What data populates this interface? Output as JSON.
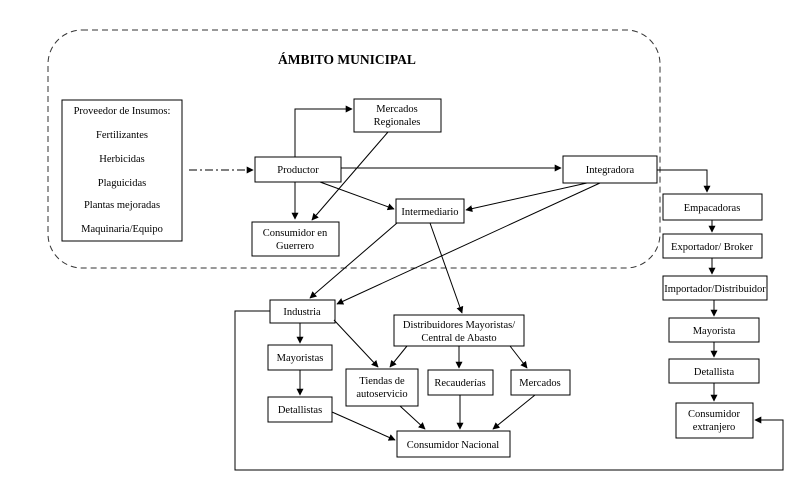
{
  "title": "ÁMBITO MUNICIPAL",
  "nodes": {
    "proveedor_header": "Proveedor de Insumos:",
    "proveedor_items": [
      "Fertilizantes",
      "Herbicidas",
      "Plaguicidas",
      "Plantas mejoradas",
      "Maquinaria/Equipo"
    ],
    "mercados_regionales": [
      "Mercados",
      "Regionales"
    ],
    "productor": "Productor",
    "integradora": "Integradora",
    "intermediario": "Intermediario",
    "consumidor_guerrero": [
      "Consumidor en",
      "Guerrero"
    ],
    "empacadoras": "Empacadoras",
    "exportador": "Exportador/ Broker",
    "importador": "Importador/Distribuidor",
    "mayorista": "Mayorista",
    "detallista": "Detallista",
    "consumidor_extranjero": [
      "Consumidor",
      "extranjero"
    ],
    "industria": "Industria",
    "distribuidores": [
      "Distribuidores Mayoristas/",
      "Central de Abasto"
    ],
    "mayoristas": "Mayoristas",
    "detallistas": "Detallistas",
    "tiendas": [
      "Tiendas de",
      "autoservicio"
    ],
    "recauderias": "Recauderías",
    "mercados": "Mercados",
    "consumidor_nacional": "Consumidor Nacional"
  }
}
